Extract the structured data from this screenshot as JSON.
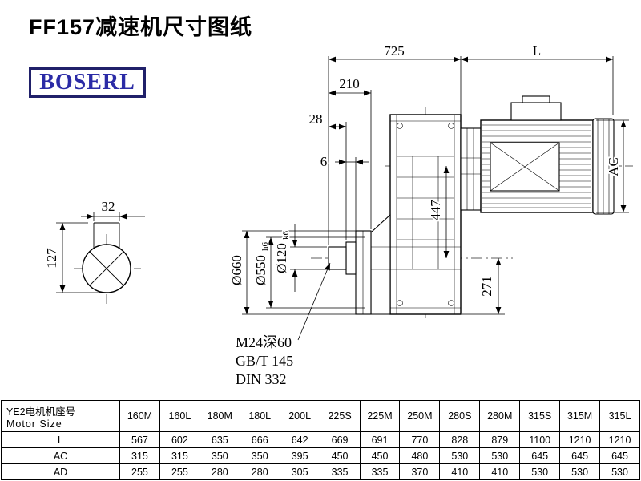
{
  "page": {
    "title": "FF157减速机尺寸图纸",
    "logo_text": "BOSERL"
  },
  "colors": {
    "logo_blue": "#2b2ba6",
    "line_black": "#000000"
  },
  "drawing": {
    "dim_725": "725",
    "dim_L": "L",
    "dim_210": "210",
    "dim_28": "28",
    "dim_6": "6",
    "dim_AC": "AC",
    "dim_447": "447",
    "dim_271": "271",
    "dim_32": "32",
    "dim_127": "127",
    "dia_660": "Ø660",
    "dia_550": "Ø550",
    "dia_550_tol": "h6",
    "dia_120": "Ø120",
    "dia_120_tol": "k6",
    "thread_note": "M24深60",
    "std_gb": "GB/T 145",
    "std_din": "DIN 332"
  },
  "table": {
    "header_cn": "YE2电机机座号",
    "header_en": "Motor Size",
    "columns": [
      "160M",
      "160L",
      "180M",
      "180L",
      "200L",
      "225S",
      "225M",
      "250M",
      "280S",
      "280M",
      "315S",
      "315M",
      "315L"
    ],
    "rows": [
      {
        "label": "L",
        "values": [
          "567",
          "602",
          "635",
          "666",
          "642",
          "669",
          "691",
          "770",
          "828",
          "879",
          "1100",
          "1210",
          "1210"
        ]
      },
      {
        "label": "AC",
        "values": [
          "315",
          "315",
          "350",
          "350",
          "395",
          "450",
          "450",
          "480",
          "530",
          "530",
          "645",
          "645",
          "645"
        ]
      },
      {
        "label": "AD",
        "values": [
          "255",
          "255",
          "280",
          "280",
          "305",
          "335",
          "335",
          "370",
          "410",
          "410",
          "530",
          "530",
          "530"
        ]
      }
    ]
  }
}
